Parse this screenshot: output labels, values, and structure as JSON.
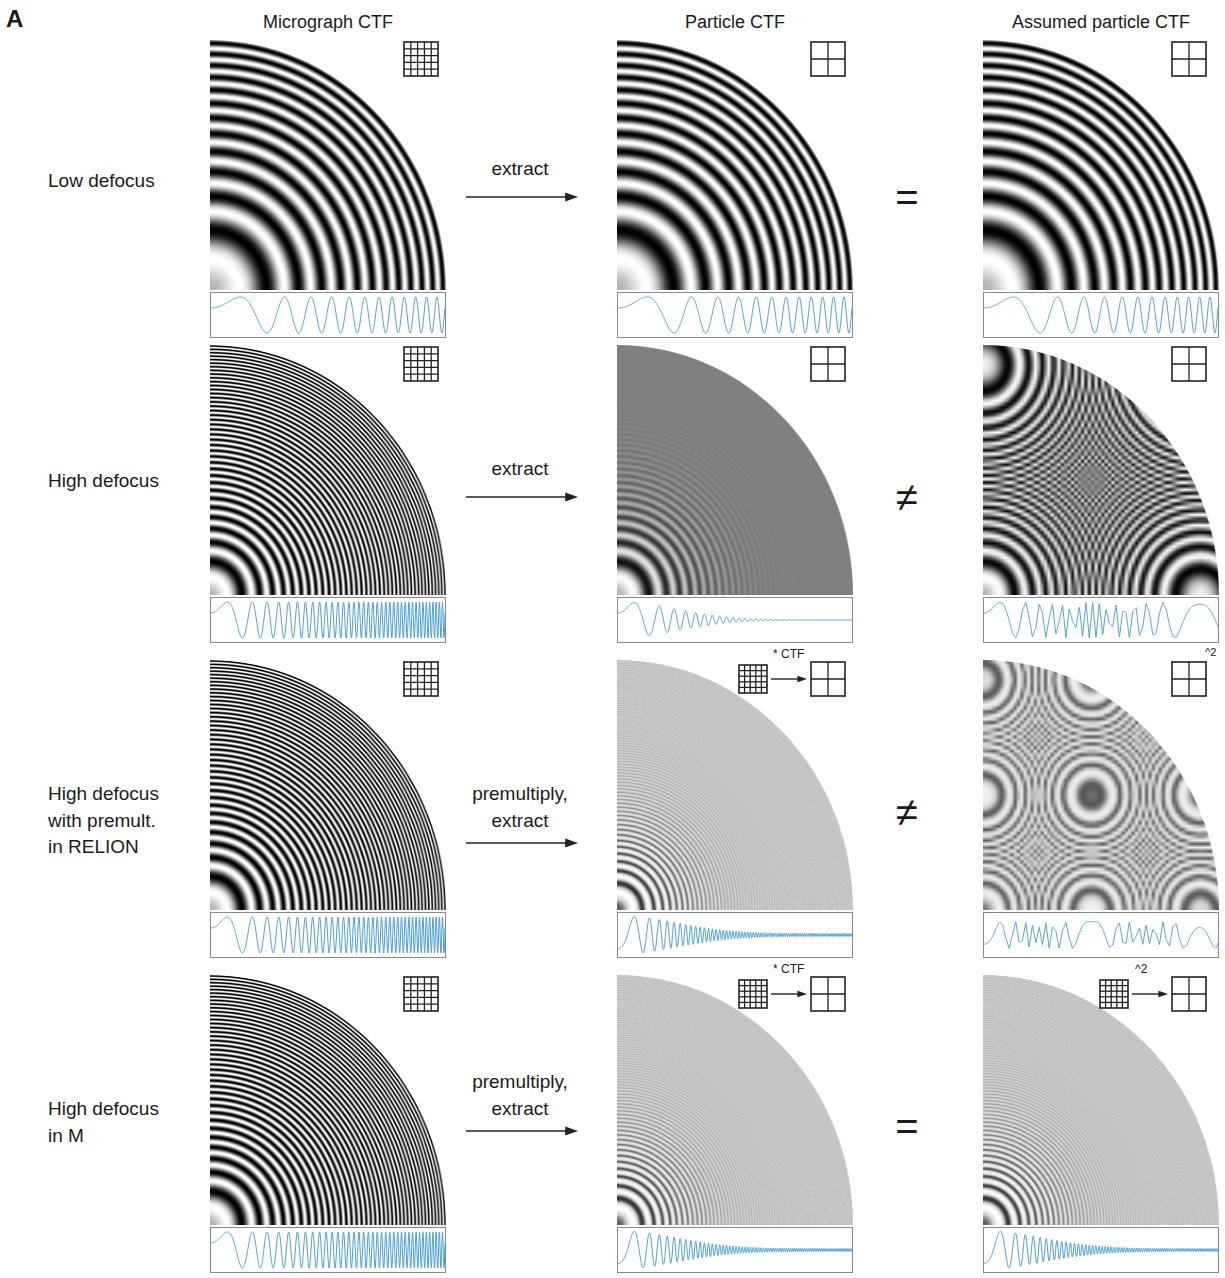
{
  "diagram": {
    "labels": [
      "A",
      "Micrograph CTF",
      "Particle CTF",
      "Assumed particle CTF",
      "Low defocus",
      "extract",
      "=",
      "High defocus",
      "extract",
      "≠",
      "High defocus with premult. in RELION",
      "premultiply, extract",
      "≠",
      "* CTF",
      "^2",
      "High defocus in M",
      "premultiply, extract",
      "=",
      "* CTF",
      "^2"
    ]
  }
}
